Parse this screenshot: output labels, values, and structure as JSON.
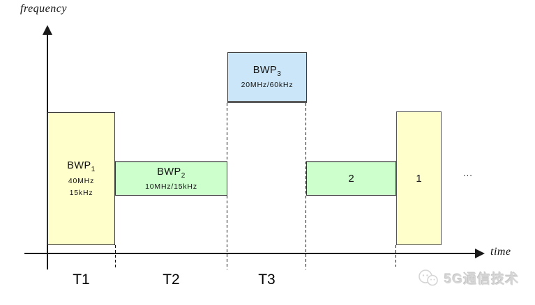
{
  "diagram": {
    "axes": {
      "y_label": "frequency",
      "x_label": "time"
    },
    "blocks": [
      {
        "title": "BWP",
        "sub": "1",
        "spec1": "40MHz",
        "spec2": "15kHz",
        "fill": "#FFFFCC"
      },
      {
        "title": "BWP",
        "sub": "2",
        "spec1": "10MHz/15kHz",
        "fill": "#CCFFCC"
      },
      {
        "title": "BWP",
        "sub": "3",
        "spec1": "20MHz/60kHz",
        "fill": "#CBE6F8"
      },
      {
        "label": "2",
        "fill": "#CCFFCC"
      },
      {
        "label": "1",
        "fill": "#FFFFCC"
      }
    ],
    "time_labels": [
      "T1",
      "T2",
      "T3"
    ],
    "ellipsis": "...",
    "watermark": "5G通信技术",
    "colors": {
      "yellow": "#FFFFCC",
      "green": "#CCFFCC",
      "blue": "#CBE6F8",
      "axis": "#1a1a1a",
      "watermark_gray": "#d6d6d6"
    }
  }
}
